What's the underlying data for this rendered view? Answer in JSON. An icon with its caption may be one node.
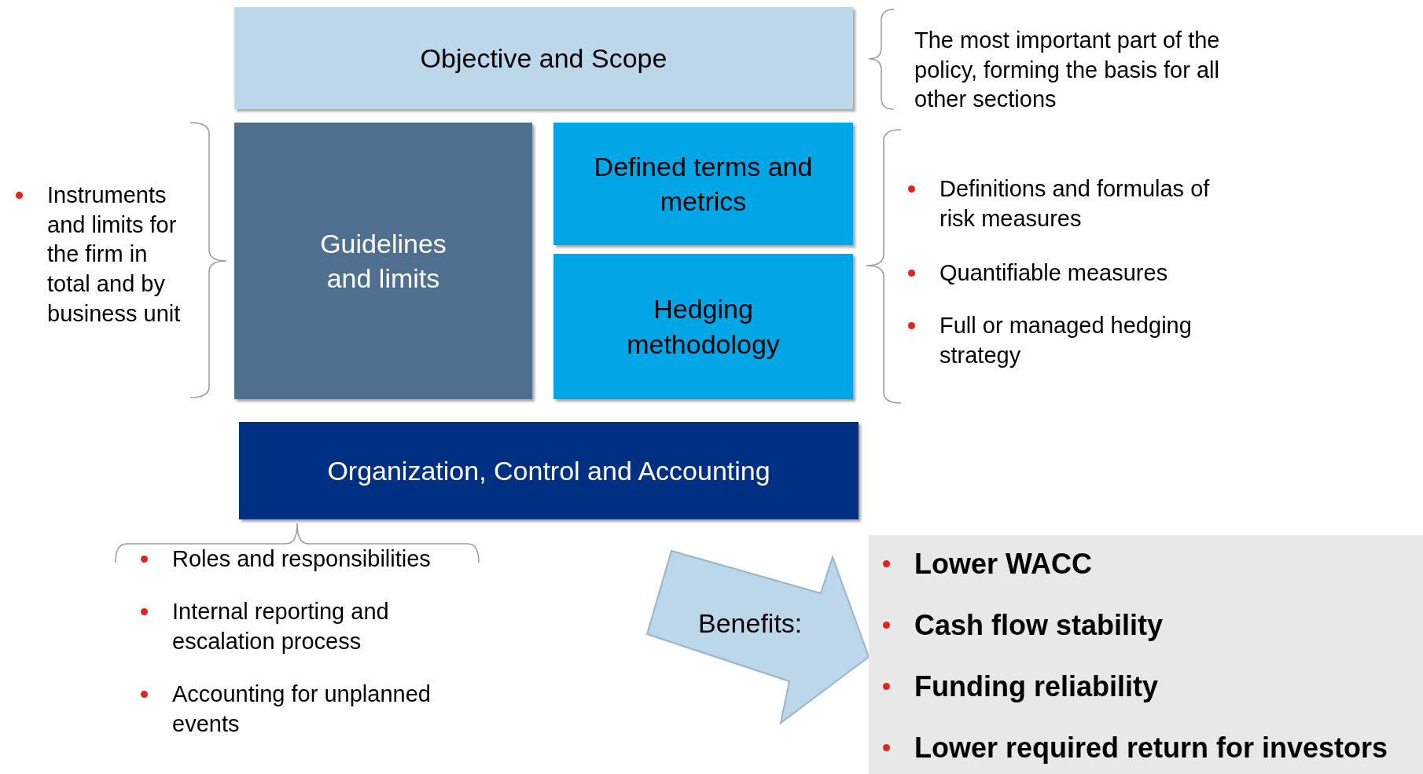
{
  "diagram": {
    "nodes": [
      {
        "text": [
          "Objective and Scope"
        ],
        "beside": [
          "The most important part of the policy, forming the basis for all other sections"
        ]
      },
      {
        "text": [
          "Guidelines and limits"
        ],
        "beside": [
          "Instruments and limits for the firm in total and by business unit"
        ]
      },
      {
        "text": [
          "Defined terms and metrics"
        ]
      },
      {
        "text": [
          "Hedging methodology"
        ]
      },
      {
        "text": [
          "Organization, Control and Accounting"
        ],
        "beside": [
          "Roles and responsibilities",
          "Internal reporting and escalation process",
          "Accounting for unplanned events"
        ]
      },
      {
        "text": [
          "Lower WACC",
          "Cash flow stability",
          "Funding reliability",
          "Lower required return for investors"
        ]
      }
    ],
    "edges": [
      {
        "from": null,
        "to": 5,
        "arrow": "to",
        "label": "Benefits:"
      }
    ],
    "labels": [
      "Definitions and formulas of risk measures",
      "Quantifiable measures",
      "Full or managed hedging strategy"
    ]
  }
}
